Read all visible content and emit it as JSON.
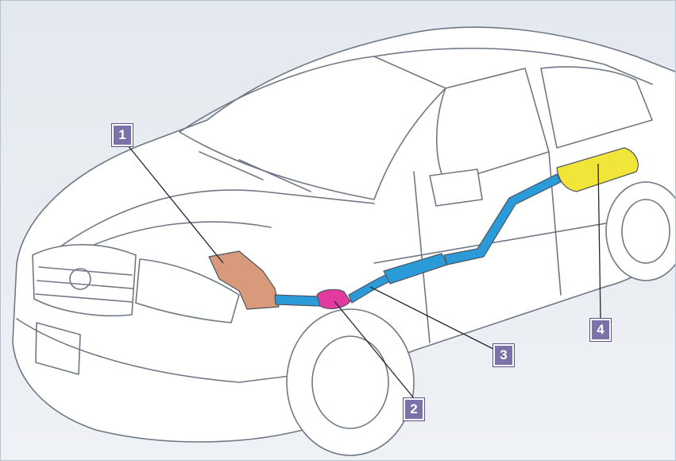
{
  "colors": {
    "background": "#e9edf2",
    "outline": "#6f7884",
    "car_body": "#ffffff",
    "exhaust_manifold": "#d89a7a",
    "catalytic_converter": "#e23aa0",
    "pipes_and_middle_muffler": "#2b9ad8",
    "tail_muffler": "#f2e53a",
    "callout_fill": "#7a72a8",
    "callout_text": "#ffffff"
  },
  "callouts": [
    {
      "id": "c1",
      "label": "1"
    },
    {
      "id": "c2",
      "label": "2"
    },
    {
      "id": "c3",
      "label": "3"
    },
    {
      "id": "c4",
      "label": "4"
    }
  ]
}
